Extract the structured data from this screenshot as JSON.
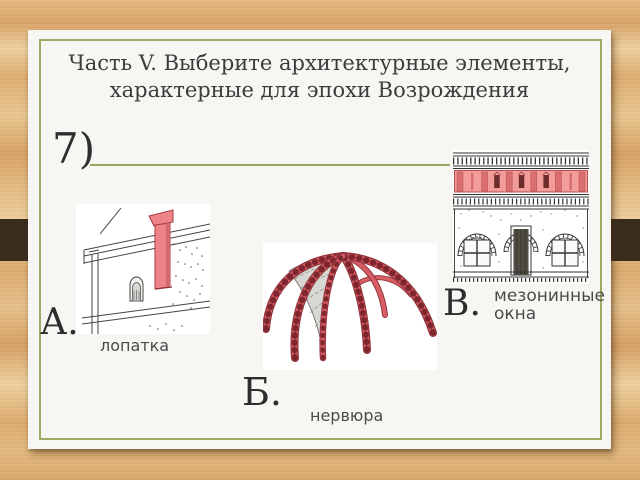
{
  "slide": {
    "title": "Часть V. Выберите архитектурные элементы, характерные для эпохи Возрождения",
    "question_number": "7)",
    "options": [
      {
        "letter": "А.",
        "caption": "лопатка"
      },
      {
        "letter": "Б.",
        "caption": "нервюра"
      },
      {
        "letter": "В.",
        "caption": "мезонинные окна"
      }
    ],
    "colors": {
      "accent_green": "#9daa62",
      "highlight_red": "#ee8488",
      "rib_red": "#d95d65",
      "tab_brown": "#3a2d20",
      "wood_background": "#dfb37c",
      "card_background": "#f7f6f3",
      "text": "#3c3c3c"
    }
  }
}
